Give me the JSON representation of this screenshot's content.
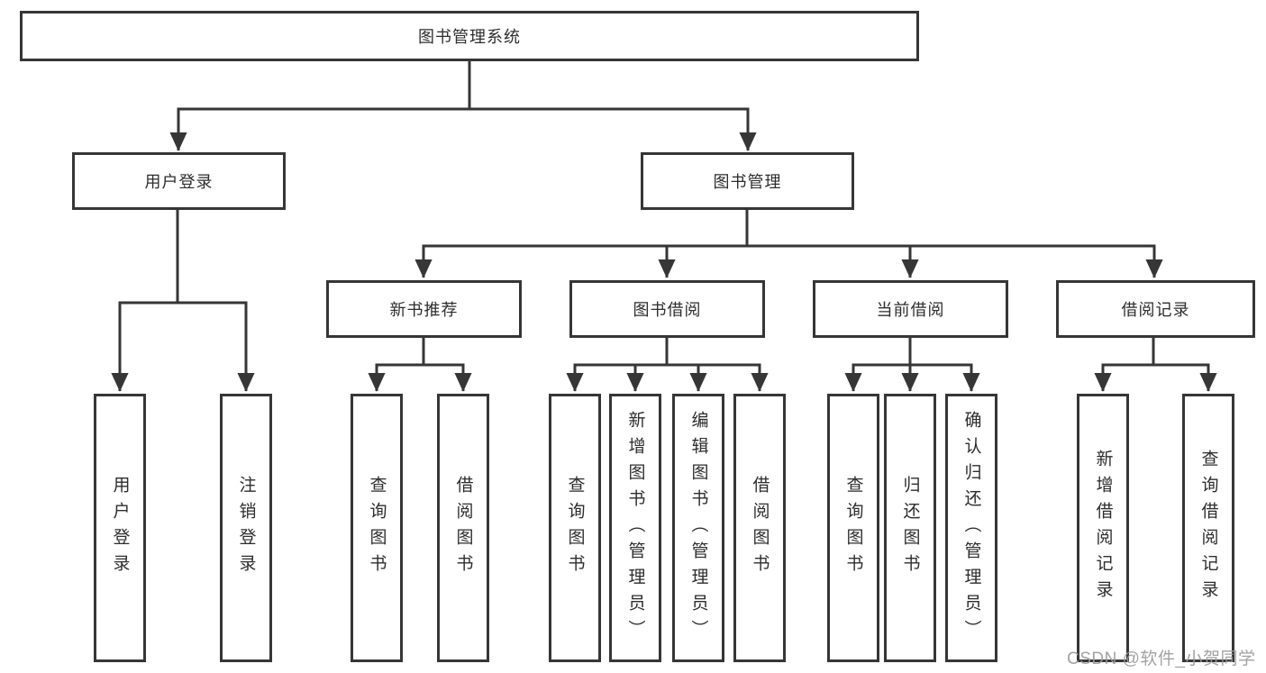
{
  "diagram": {
    "type": "hierarchy-tree",
    "orientation": "top-down"
  },
  "colors": {
    "line": "#363636",
    "box_border": "#363636",
    "text": "#2d2d2d",
    "watermark": "#9b9b9b",
    "background": "#ffffff"
  },
  "tree": {
    "label": "图书管理系统",
    "children": [
      {
        "label": "用户登录",
        "children": [
          {
            "label": "用户登录"
          },
          {
            "label": "注销登录"
          }
        ]
      },
      {
        "label": "图书管理",
        "children": [
          {
            "label": "新书推荐",
            "children": [
              {
                "label": "查询图书"
              },
              {
                "label": "借阅图书"
              }
            ]
          },
          {
            "label": "图书借阅",
            "children": [
              {
                "label": "查询图书"
              },
              {
                "label": "新增图书（管理员）"
              },
              {
                "label": "编辑图书（管理员）"
              },
              {
                "label": "借阅图书"
              }
            ]
          },
          {
            "label": "当前借阅",
            "children": [
              {
                "label": "查询图书"
              },
              {
                "label": "归还图书"
              },
              {
                "label": "确认归还（管理员）"
              }
            ]
          },
          {
            "label": "借阅记录",
            "children": [
              {
                "label": "新增借阅记录"
              },
              {
                "label": "查询借阅记录"
              }
            ]
          }
        ]
      }
    ]
  },
  "watermark": {
    "text": "CSDN @软件_小贺同学"
  }
}
